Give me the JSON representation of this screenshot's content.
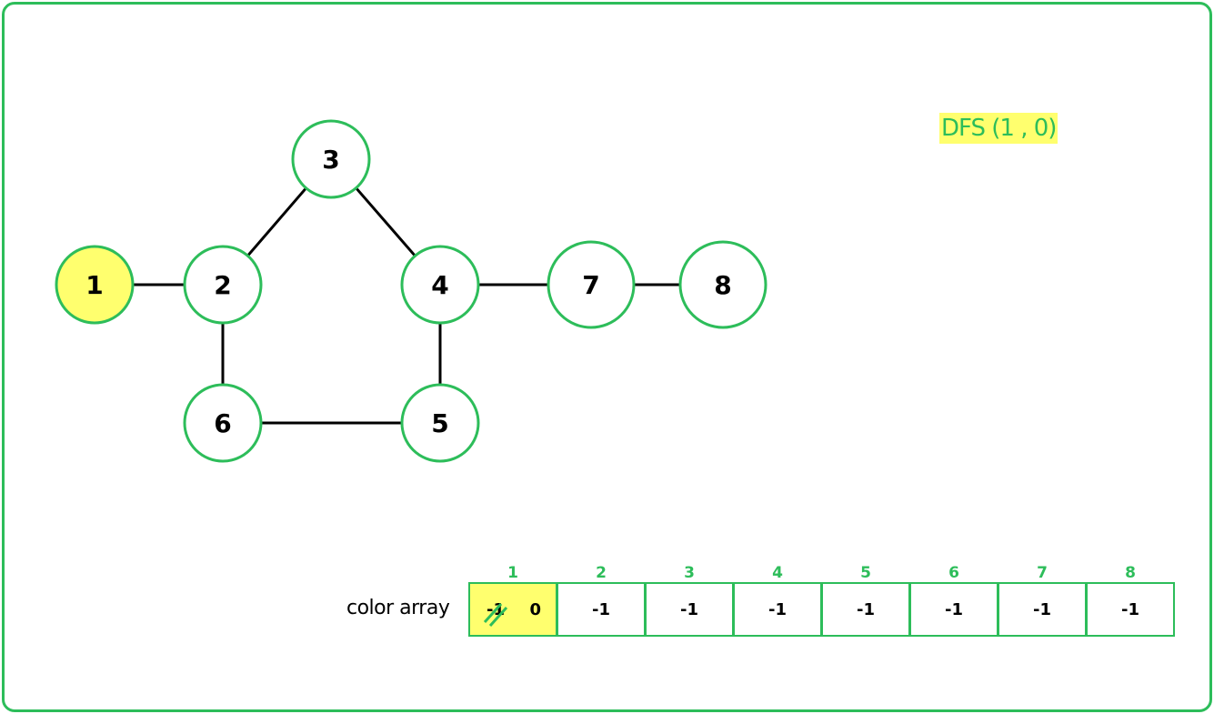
{
  "colors": {
    "accent": "#2dbd5a",
    "highlight": "#ffff6e",
    "edge": "#000000",
    "node_fill": "#ffffff"
  },
  "dfs_call": "DFS (1 , 0)",
  "nodes": [
    {
      "id": "1",
      "highlighted": true
    },
    {
      "id": "2",
      "highlighted": false
    },
    {
      "id": "3",
      "highlighted": false
    },
    {
      "id": "4",
      "highlighted": false
    },
    {
      "id": "5",
      "highlighted": false
    },
    {
      "id": "6",
      "highlighted": false
    },
    {
      "id": "7",
      "highlighted": false
    },
    {
      "id": "8",
      "highlighted": false
    }
  ],
  "edges": [
    [
      "1",
      "2"
    ],
    [
      "2",
      "3"
    ],
    [
      "3",
      "4"
    ],
    [
      "2",
      "6"
    ],
    [
      "6",
      "5"
    ],
    [
      "4",
      "5"
    ],
    [
      "4",
      "7"
    ],
    [
      "7",
      "8"
    ]
  ],
  "color_array": {
    "label": "color array",
    "indices": [
      "1",
      "2",
      "3",
      "4",
      "5",
      "6",
      "7",
      "8"
    ],
    "cells": [
      {
        "old_value": "-1",
        "value": "0",
        "highlighted": true,
        "struck_icon": "double-strike-icon"
      },
      {
        "value": "-1"
      },
      {
        "value": "-1"
      },
      {
        "value": "-1"
      },
      {
        "value": "-1"
      },
      {
        "value": "-1"
      },
      {
        "value": "-1"
      },
      {
        "value": "-1"
      }
    ]
  }
}
